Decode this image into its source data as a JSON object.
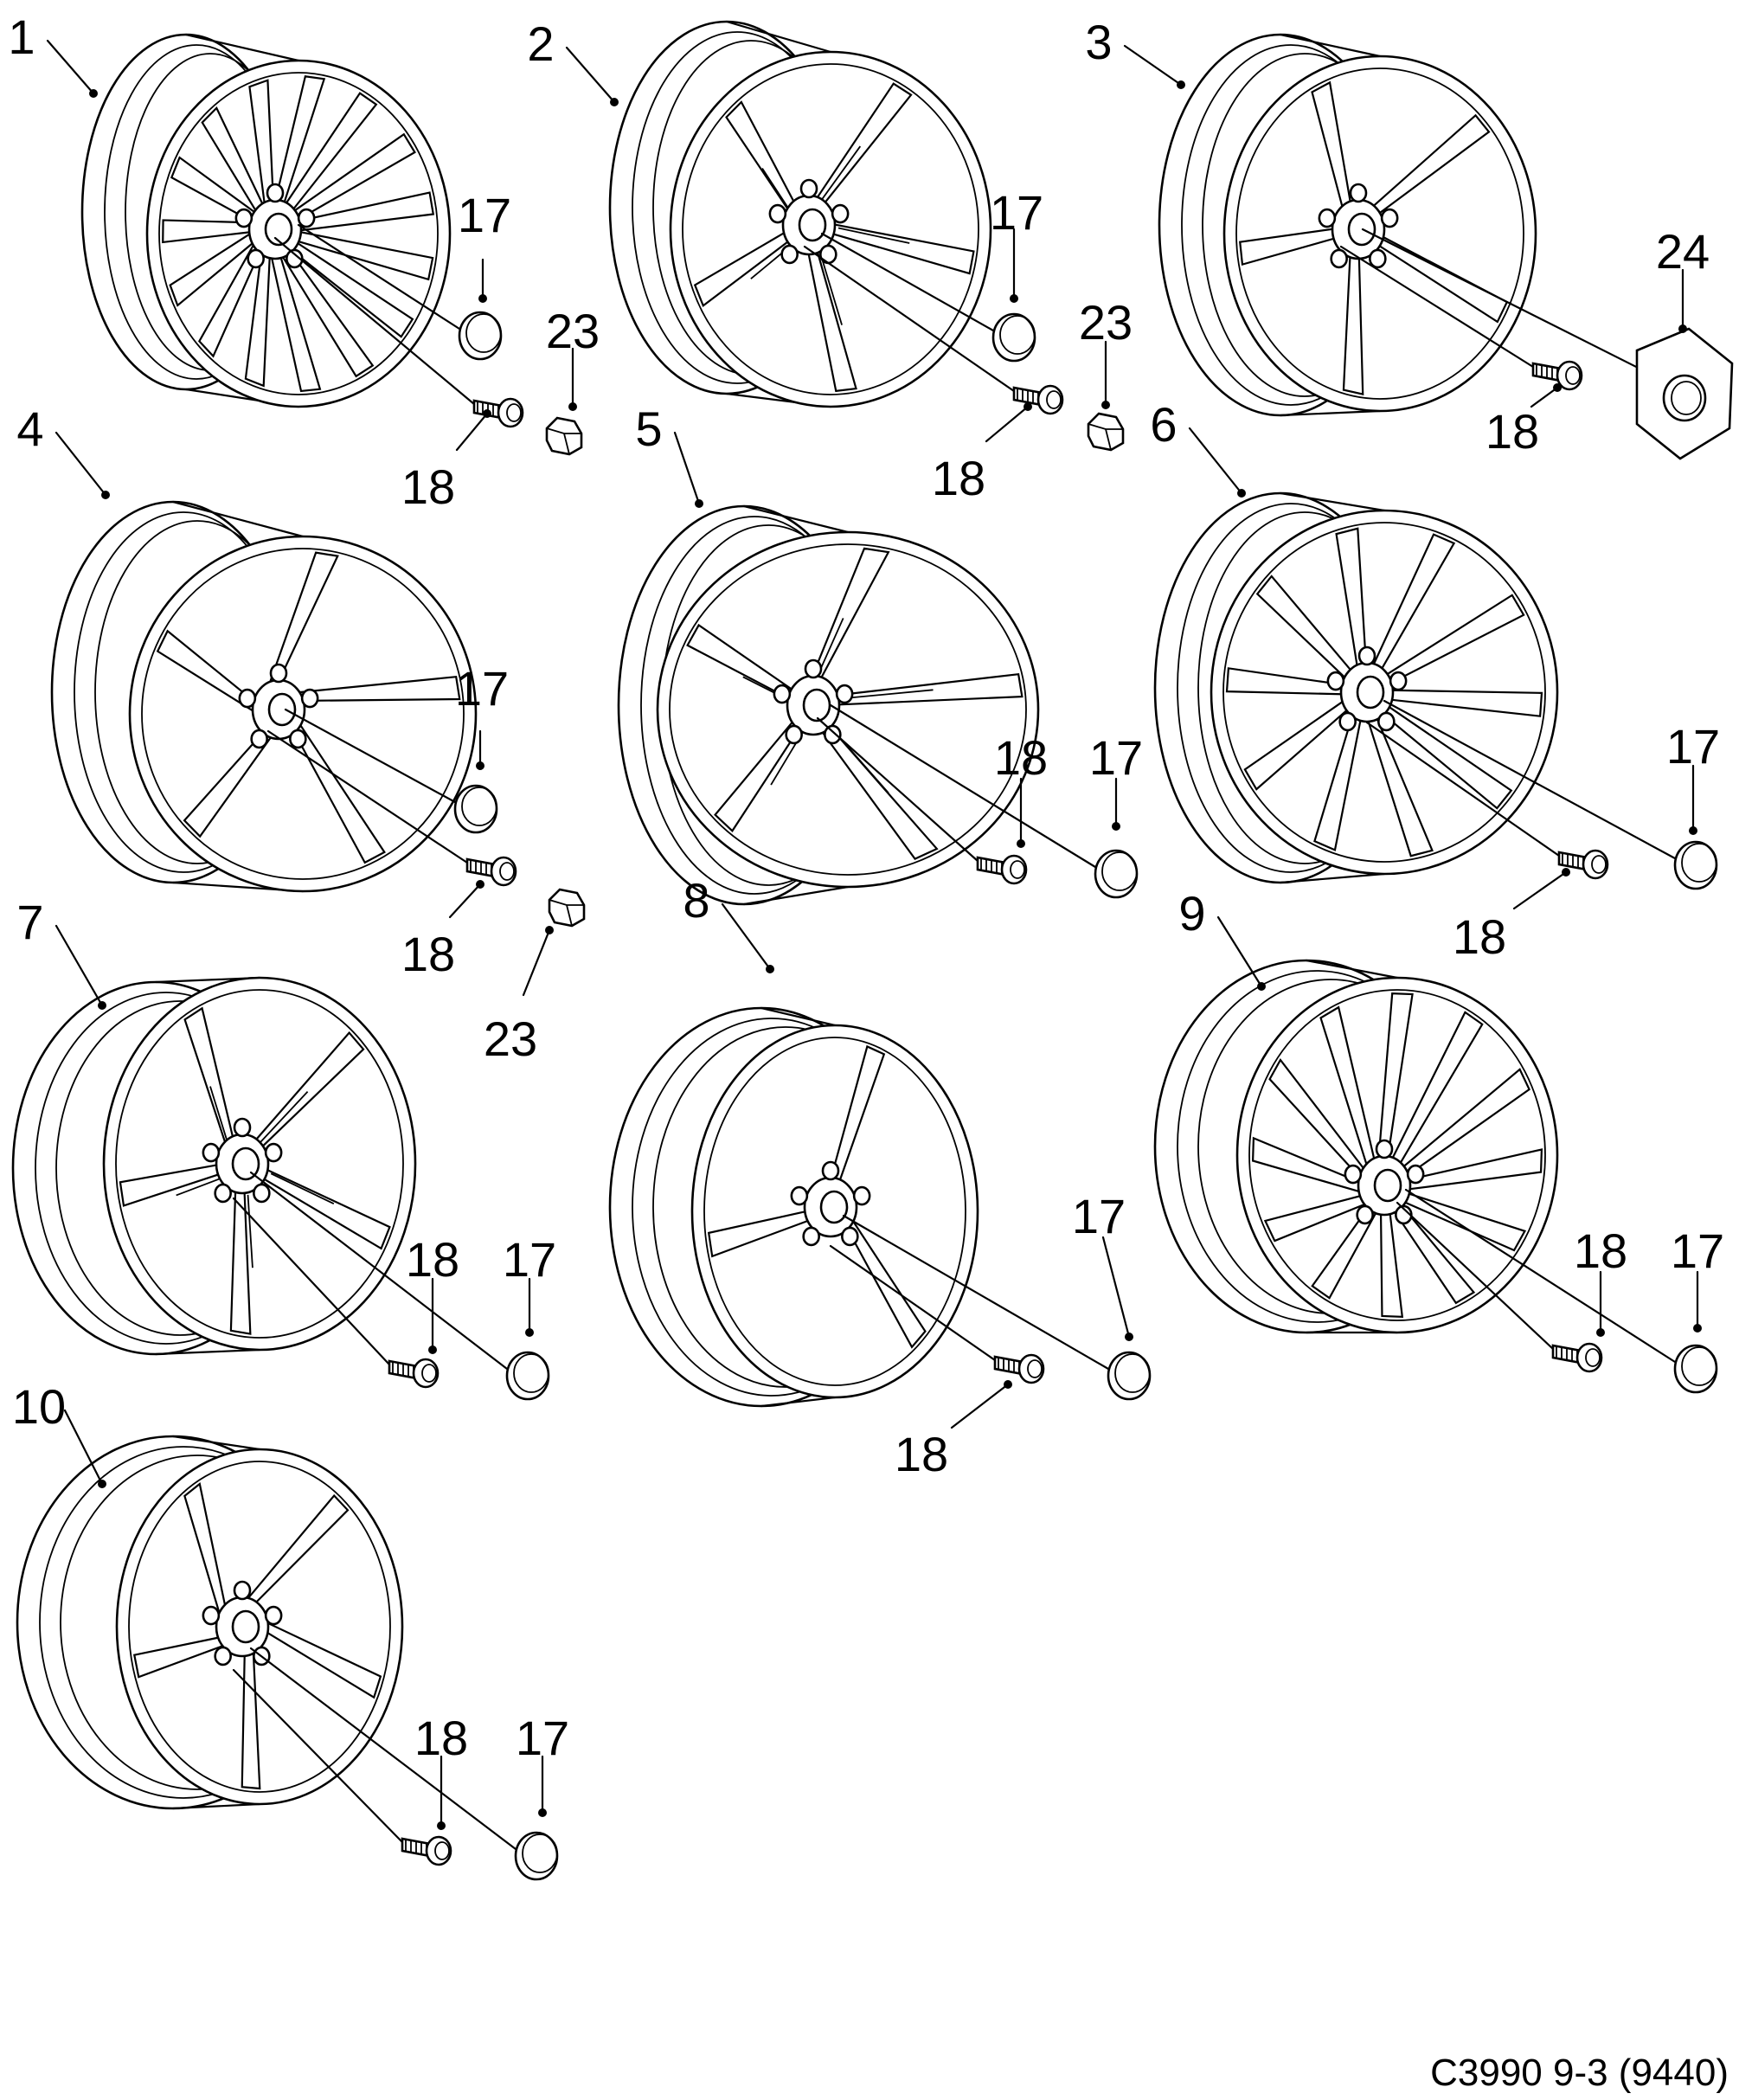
{
  "wheels": [
    {
      "id": "1",
      "spoke_style": "multi-spoke",
      "spokes": 15,
      "accessories": [
        {
          "part": "17"
        },
        {
          "part": "18"
        },
        {
          "part": "23"
        }
      ]
    },
    {
      "id": "2",
      "spoke_style": "5 split-spoke",
      "spokes": 5,
      "accessories": [
        {
          "part": "17"
        },
        {
          "part": "18"
        },
        {
          "part": "23"
        }
      ]
    },
    {
      "id": "3",
      "spoke_style": "5 solid-spoke",
      "spokes": 5,
      "accessories": [
        {
          "part": "18"
        },
        {
          "part": "24"
        }
      ]
    },
    {
      "id": "4",
      "spoke_style": "5 twisted-spoke",
      "spokes": 5,
      "accessories": [
        {
          "part": "17"
        },
        {
          "part": "18"
        },
        {
          "part": "23"
        }
      ]
    },
    {
      "id": "5",
      "spoke_style": "5 split-spoke",
      "spokes": 5,
      "accessories": [
        {
          "part": "18"
        },
        {
          "part": "17"
        }
      ]
    },
    {
      "id": "6",
      "spoke_style": "10 spoke",
      "spokes": 10,
      "accessories": [
        {
          "part": "17"
        },
        {
          "part": "18"
        }
      ]
    },
    {
      "id": "7",
      "spoke_style": "5 split-spoke",
      "spokes": 5,
      "accessories": [
        {
          "part": "18"
        },
        {
          "part": "17"
        }
      ]
    },
    {
      "id": "8",
      "spoke_style": "3 window",
      "spokes": 3,
      "accessories": [
        {
          "part": "17"
        },
        {
          "part": "18"
        }
      ]
    },
    {
      "id": "9",
      "spoke_style": "turbine",
      "spokes": 12,
      "accessories": [
        {
          "part": "18"
        },
        {
          "part": "17"
        }
      ]
    },
    {
      "id": "10",
      "spoke_style": "5 twisted-spoke",
      "spokes": 5,
      "accessories": [
        {
          "part": "18"
        },
        {
          "part": "17"
        }
      ]
    }
  ],
  "caption": "C3990 9-3 (9440)"
}
